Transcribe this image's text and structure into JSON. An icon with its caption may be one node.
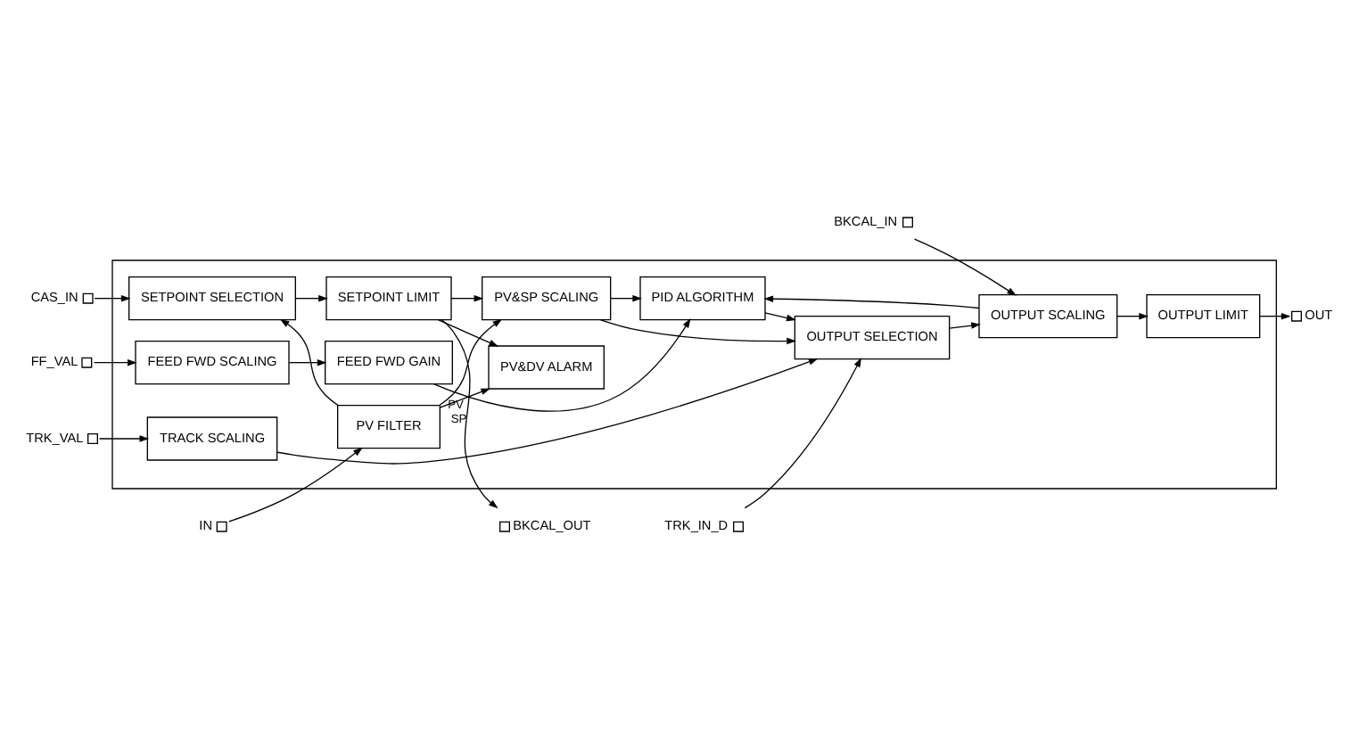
{
  "diagram": {
    "nodes": [
      {
        "text": [],
        "shape": "box"
      },
      {
        "text": [
          "CAS_IN"
        ]
      },
      {
        "text": [
          "SETPOINT SELECTION"
        ],
        "in": 0
      },
      {
        "text": [
          "SETPOINT LIMIT"
        ],
        "in": 0
      },
      {
        "text": [
          "BKCAL_OUT"
        ]
      },
      {
        "text": [
          "PV&SP SCALING"
        ],
        "in": 0
      },
      {
        "text": [
          "PID ALGORITHM"
        ],
        "in": 0
      },
      {
        "text": [
          "OUTPUT SELECTION"
        ],
        "in": 0
      },
      {
        "text": [
          "IN"
        ]
      },
      {
        "text": [
          "PV FILTER"
        ],
        "in": 0
      },
      {
        "text": [
          "PV&DV ALARM"
        ],
        "in": 0
      },
      {
        "text": [
          "FF_VAL"
        ]
      },
      {
        "text": [
          "FEED FWD SCALING"
        ],
        "in": 0
      },
      {
        "text": [
          "FEED FWD GAIN"
        ],
        "in": 0
      },
      {
        "text": [
          "OUTPUT SCALING"
        ],
        "in": 0
      },
      {
        "text": [
          "TRK_VAL"
        ]
      },
      {
        "text": [
          "TRACK SCALING"
        ],
        "in": 0
      },
      {
        "text": [
          "TRK_IN_D"
        ]
      },
      {
        "text": [
          "BKCAL_IN"
        ]
      },
      {
        "text": [
          "OUTPUT LIMIT"
        ],
        "in": 0
      },
      {
        "text": [
          "OUT"
        ]
      }
    ],
    "edges": [
      {
        "from": 1,
        "to": 2,
        "arrow": "to"
      },
      {
        "from": 2,
        "to": 3,
        "arrow": "to"
      },
      {
        "from": 3,
        "to": 4,
        "arrow": "to",
        "label": "SP"
      },
      {
        "from": 3,
        "to": 5,
        "arrow": "to"
      },
      {
        "from": 3,
        "to": 10,
        "arrow": "to"
      },
      {
        "from": 8,
        "to": 9,
        "arrow": "to"
      },
      {
        "from": 9,
        "to": 10,
        "arrow": "to",
        "label": "PV"
      },
      {
        "from": 9,
        "to": 5,
        "arrow": "to"
      },
      {
        "from": 9,
        "to": 2,
        "arrow": "to"
      },
      {
        "from": 5,
        "to": 6,
        "arrow": "to"
      },
      {
        "from": 5,
        "to": 7,
        "arrow": "to"
      },
      {
        "from": 6,
        "to": 7,
        "arrow": "to"
      },
      {
        "from": 11,
        "to": 12,
        "arrow": "to"
      },
      {
        "from": 12,
        "to": 13,
        "arrow": "to"
      },
      {
        "from": 13,
        "to": 6,
        "arrow": "to"
      },
      {
        "from": 15,
        "to": 16,
        "arrow": "to"
      },
      {
        "from": 16,
        "to": 7,
        "arrow": "to"
      },
      {
        "from": 17,
        "to": 7,
        "arrow": "to"
      },
      {
        "from": 7,
        "to": 14,
        "arrow": "to"
      },
      {
        "from": 18,
        "to": 14,
        "arrow": "to"
      },
      {
        "from": 14,
        "to": 6,
        "arrow": "to"
      },
      {
        "from": 14,
        "to": 19,
        "arrow": "to"
      },
      {
        "from": 19,
        "to": 20,
        "arrow": "to"
      }
    ]
  }
}
